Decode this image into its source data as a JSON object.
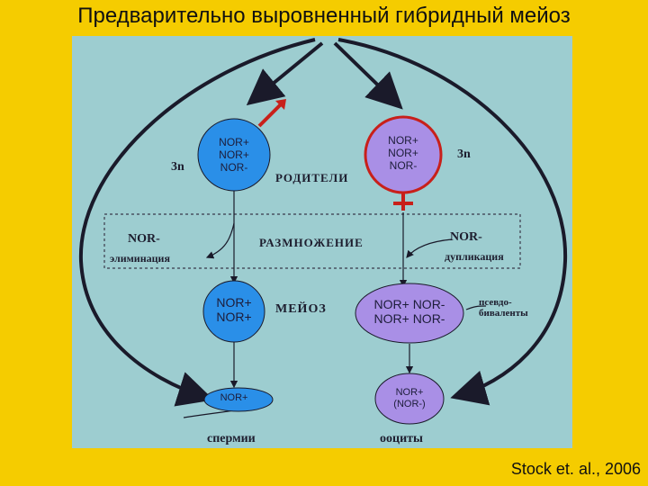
{
  "title": "Предварительно выровненный гибридный мейоз",
  "credit": "Stock et. al., 2006",
  "diagram": {
    "ploidy_left": "3n",
    "ploidy_right": "3n",
    "parents_label": "РОДИТЕЛИ",
    "reproduction_label": "РАЗМНОЖЕНИЕ",
    "meiosis_label": "МЕЙОЗ",
    "male_parent": "NOR+\nNOR+\nNOR-",
    "female_parent": "NOR+\nNOR+\nNOR-",
    "nor_minus_left": "NOR-",
    "elimination": "элиминация",
    "nor_minus_right": "NOR-",
    "duplication": "дупликация",
    "meiosis_left": "NOR+\nNOR+",
    "meiosis_right": "NOR+ NOR-\nNOR+ NOR-",
    "pseudo_bivalents": "псевдо-\nбиваленты",
    "sperm_cell": "NOR+",
    "oocyte_cell": "NOR+\n(NOR-)",
    "sperm_label": "спермии",
    "oocyte_label": "ооциты"
  },
  "colors": {
    "background": "#f5cc00",
    "photo": "#9dcdd0",
    "male": "#2a8fe8",
    "female": "#a98fe6",
    "arrow": "#1a1a2a",
    "symbol": "#c8201a"
  }
}
